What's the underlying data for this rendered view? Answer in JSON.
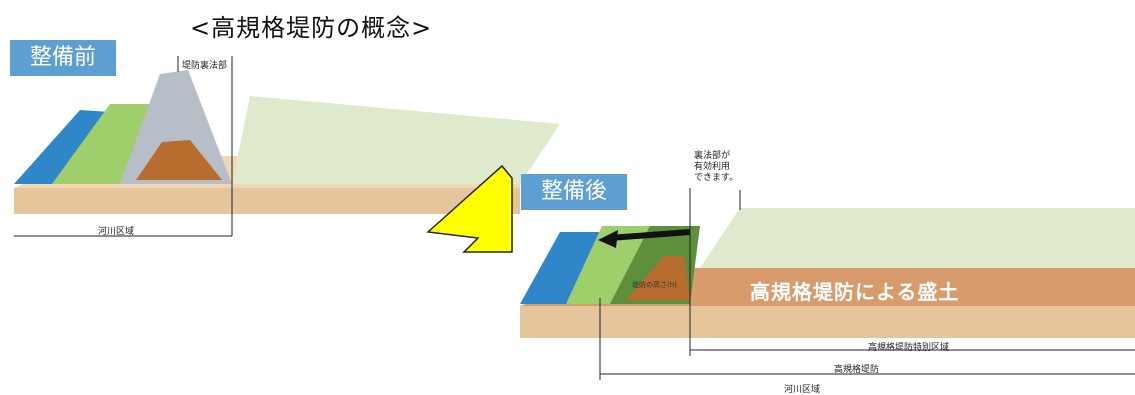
{
  "title": "<高規格堤防の概念>",
  "before": {
    "badge": "整備前",
    "label_back_slope": "堤防裏法部",
    "label_river_area": "河川区域"
  },
  "after": {
    "badge": "整備後",
    "label_back_slope_note": [
      "裏法部が",
      "有効利用",
      "できます。"
    ],
    "label_height": "堤防の高さ(h)",
    "label_fill": "高規格堤防による盛土",
    "label_special_area": "高規格堤防特別区域",
    "label_levee": "高規格堤防",
    "label_river_area": "河川区域"
  },
  "colors": {
    "badge": "#5d9fd2",
    "water": "#2f86c9",
    "grass": "#9fcf6b",
    "levee_green": "#5e8f3c",
    "soil": "#c5875a",
    "arrow": "#ffff00",
    "city": "#dfeacc"
  }
}
